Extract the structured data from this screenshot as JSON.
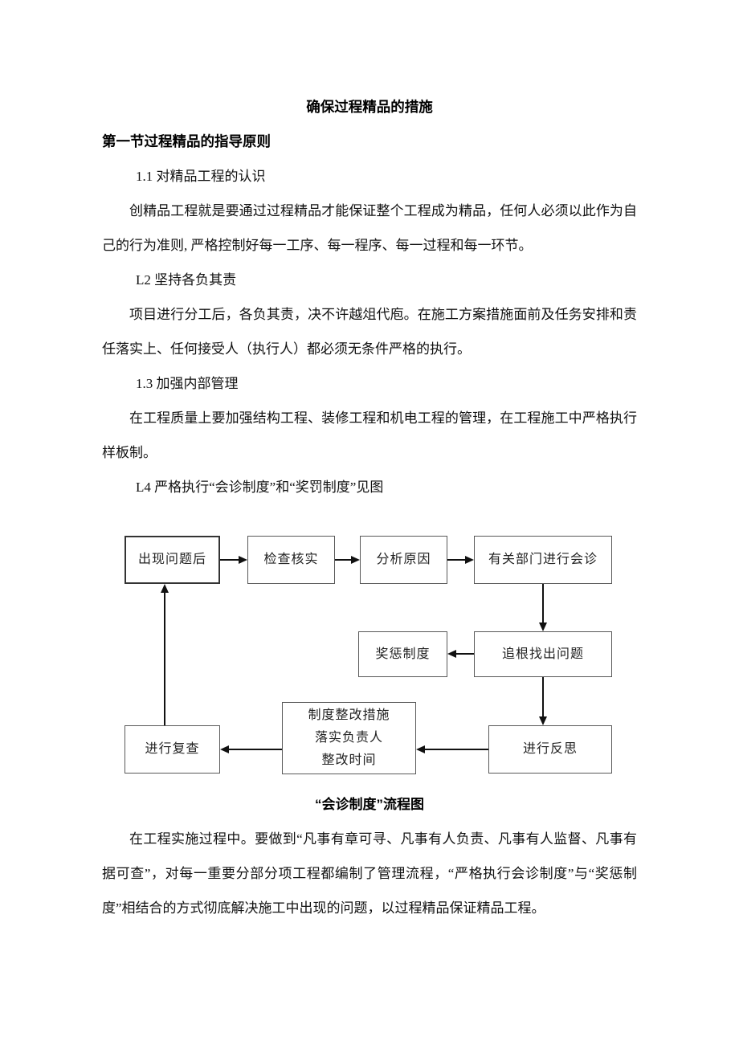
{
  "document": {
    "title": "确保过程精品的措施",
    "section_heading": "第一节过程精品的指导原则"
  },
  "sections": [
    {
      "label": "1.1 对精品工程的认识",
      "body": "创精品工程就是要通过过程精品才能保证整个工程成为精品，任何人必须以此作为自己的行为准则, 严格控制好每一工序、每一程序、每一过程和每一环节。"
    },
    {
      "label": "L2 坚持各负其责",
      "body": "项目进行分工后，各负其责，决不许越俎代庖。在施工方案措施面前及任务安排和责任落实上、任何接受人（执行人）都必须无条件严格的执行。"
    },
    {
      "label": "1.3 加强内部管理",
      "body": "在工程质量上要加强结构工程、装修工程和机电工程的管理，在工程施工中严格执行样板制。"
    },
    {
      "label": "L4 严格执行“会诊制度”和“奖罚制度”见图"
    }
  ],
  "flowchart": {
    "caption": "“会诊制度”流程图",
    "nodes": {
      "problem_found": "出现问题后",
      "check_verify": "检查核实",
      "analyze_cause": "分析原因",
      "dept_consultation": "有关部门进行会诊",
      "reward_punish_system": "奖惩制度",
      "trace_root_problem": "追根找出问题",
      "reflect": "进行反思",
      "rectify_measures": "制度整改措施\n落实负责人\n整改时间",
      "recheck": "进行复查"
    }
  },
  "closing_paragraph": "在工程实施过程中。要做到“凡事有章可寻、凡事有人负责、凡事有人监督、凡事有据可查”，对每一重要分部分项工程都编制了管理流程，“严格执行会诊制度”与“奖惩制度”相结合的方式彻底解决施工中出现的问题，以过程精品保证精品工程。",
  "colors": {
    "box_border": "#595959",
    "box_border_emphasis": "#333333",
    "arrow": "#111111",
    "text": "#111111",
    "background": "#ffffff"
  }
}
